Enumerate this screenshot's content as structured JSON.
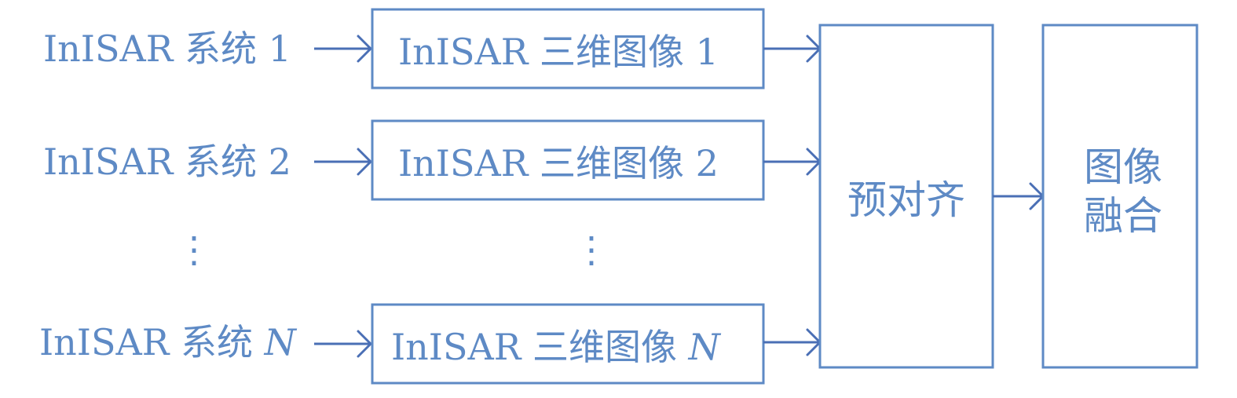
{
  "diagram": {
    "sources": [
      {
        "prefix": "InISAR 系统 ",
        "index": "1"
      },
      {
        "prefix": "InISAR 系统 ",
        "index": "2"
      },
      {
        "prefix": "InISAR 系统 ",
        "index": "N"
      }
    ],
    "images": [
      {
        "prefix": "InISAR 三维图像 ",
        "index": "1"
      },
      {
        "prefix": "InISAR 三维图像 ",
        "index": "2"
      },
      {
        "prefix": "InISAR 三维图像 ",
        "index": "N"
      }
    ],
    "prealign_label": "预对齐",
    "fusion_label_line1": "图像",
    "fusion_label_line2": "融合",
    "ellipsis": "⋮",
    "colors": {
      "text": "#5e8ac5",
      "box": "#5e8ac5",
      "arrow": "#4a6fb5"
    }
  }
}
